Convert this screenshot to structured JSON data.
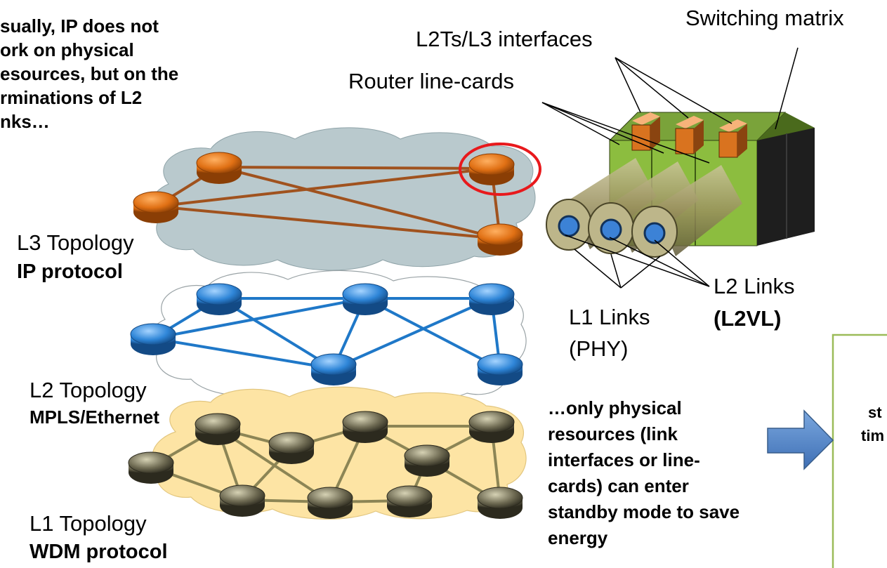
{
  "note_top": {
    "lines": [
      "sually, IP does not",
      "ork on physical",
      "esources, but on the",
      "rminations of L2",
      "nks…"
    ]
  },
  "labels": {
    "switching_matrix": "Switching matrix",
    "l2ts_l3": "L2Ts/L3 interfaces",
    "router_line_cards": "Router line-cards",
    "l2_links": "L2 Links",
    "l2vl": "(L2VL)",
    "l1_links": "L1 Links",
    "phy": "(PHY)"
  },
  "layers": {
    "l3": {
      "name": "L3 Topology",
      "protocol": "IP protocol",
      "node_color": "#e07014",
      "link_color": "#a0521e",
      "cloud_color": "#b9c9cd"
    },
    "l2": {
      "name": "L2 Topology",
      "protocol": "MPLS/Ethernet",
      "node_color": "#2f86d8",
      "link_color": "#1f78c8",
      "cloud_color": "#ffffff"
    },
    "l1": {
      "name": "L1 Topology",
      "protocol": "WDM protocol",
      "node_color": "#6e6a52",
      "link_color": "#8c8555",
      "cloud_color": "#fde4a4"
    }
  },
  "note_bottom": {
    "lines": [
      "…only physical",
      "resources (link",
      "interfaces or line-",
      "cards) can enter",
      "standby mode to save",
      "energy"
    ]
  },
  "right_panel": {
    "lines": [
      "st",
      "tim"
    ],
    "border_color": "#9bbb59"
  },
  "highlight_color": "#e8191c",
  "arrow_color": "#4f81bd"
}
